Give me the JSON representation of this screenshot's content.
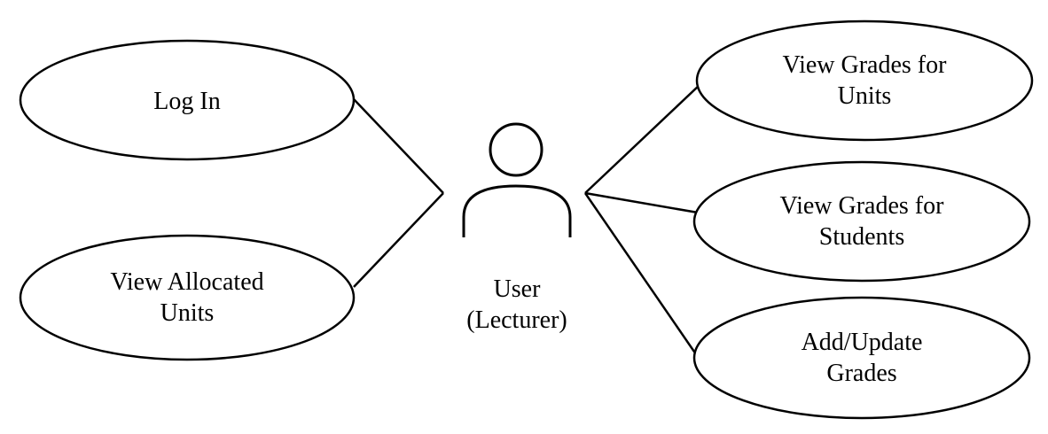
{
  "actor": {
    "name_line1": "User",
    "name_line2": "(Lecturer)"
  },
  "use_cases": {
    "login": {
      "line1": "Log In"
    },
    "view_allocated_units": {
      "line1": "View Allocated",
      "line2": "Units"
    },
    "view_grades_units": {
      "line1": "View Grades for",
      "line2": "Units"
    },
    "view_grades_students": {
      "line1": "View Grades for",
      "line2": "Students"
    },
    "add_update_grades": {
      "line1": "Add/Update",
      "line2": "Grades"
    }
  }
}
